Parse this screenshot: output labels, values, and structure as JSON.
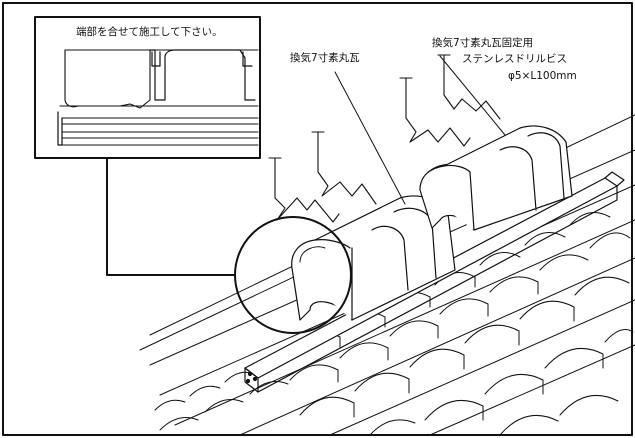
{
  "inset": {
    "caption": "端部を合せて施工して下さい。"
  },
  "labels": {
    "ridge_tile": "換気7寸素丸瓦",
    "screw_line1": "換気7寸素丸瓦固定用",
    "screw_line2": "ステンレスドリルビス",
    "screw_line3": "φ5×L100mm"
  },
  "colors": {
    "stroke": "#111111",
    "background": "#ffffff"
  }
}
